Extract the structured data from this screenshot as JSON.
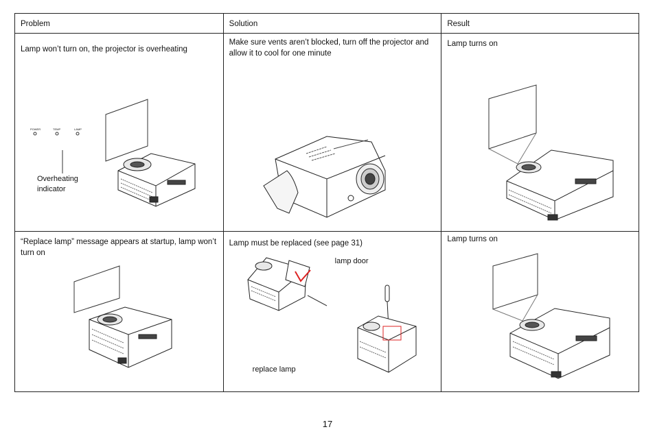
{
  "table": {
    "headers": [
      "Problem",
      "Solution",
      "Result"
    ],
    "rows": [
      {
        "problem": "Lamp won’t turn on, the projector is overheating",
        "solution": "Make sure vents aren’t blocked, turn off the projector and allow it to cool for one minute",
        "result": "Lamp turns on",
        "indicators": [
          "POWER",
          "TEMP",
          "LAMP"
        ],
        "callout_line1": "Overheating",
        "callout_line2": "indicator"
      },
      {
        "problem": "“Replace lamp” message appears at startup, lamp won’t turn on",
        "solution": "Lamp must be replaced (see page 31)",
        "result": "Lamp turns on",
        "label_lamp_door": "lamp door",
        "label_replace_lamp": "replace lamp"
      }
    ]
  },
  "page_number": "17"
}
